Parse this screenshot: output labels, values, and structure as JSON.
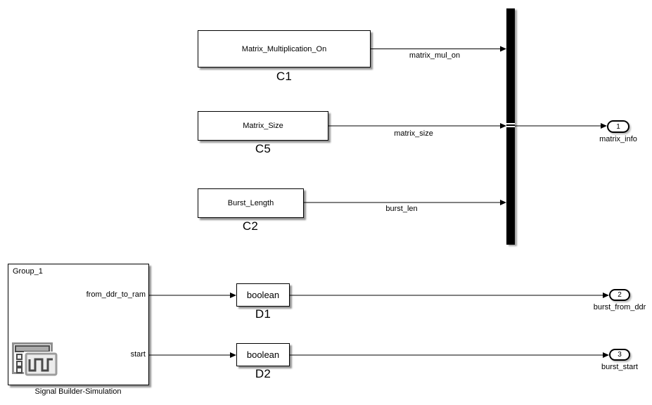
{
  "diagram": {
    "constant_blocks": [
      {
        "text": "Matrix_Multiplication_On",
        "label": "C1"
      },
      {
        "text": "Matrix_Size",
        "label": "C5"
      },
      {
        "text": "Burst_Length",
        "label": "C2"
      }
    ],
    "convert_blocks": [
      {
        "text": "boolean",
        "label": "D1"
      },
      {
        "text": "boolean",
        "label": "D2"
      }
    ],
    "signal_builder": {
      "group_label": "Group_1",
      "output_labels": [
        "from_ddr_to_ram",
        "start"
      ],
      "block_label": "Signal Builder-Simulation"
    },
    "signal_labels": {
      "matrix_mul_on": "matrix_mul_on",
      "matrix_size": "matrix_size",
      "burst_len": "burst_len"
    },
    "outports": [
      {
        "number": "1",
        "label": "matrix_info"
      },
      {
        "number": "2",
        "label": "burst_from_ddr"
      },
      {
        "number": "3",
        "label": "burst_start"
      }
    ],
    "colors": {
      "background": "#ffffff",
      "line": "#000000",
      "block_fill": "#ffffff",
      "block_border": "#000000",
      "icon_gray": "#8f8f8f",
      "icon_dark": "#4a4a4a"
    }
  }
}
